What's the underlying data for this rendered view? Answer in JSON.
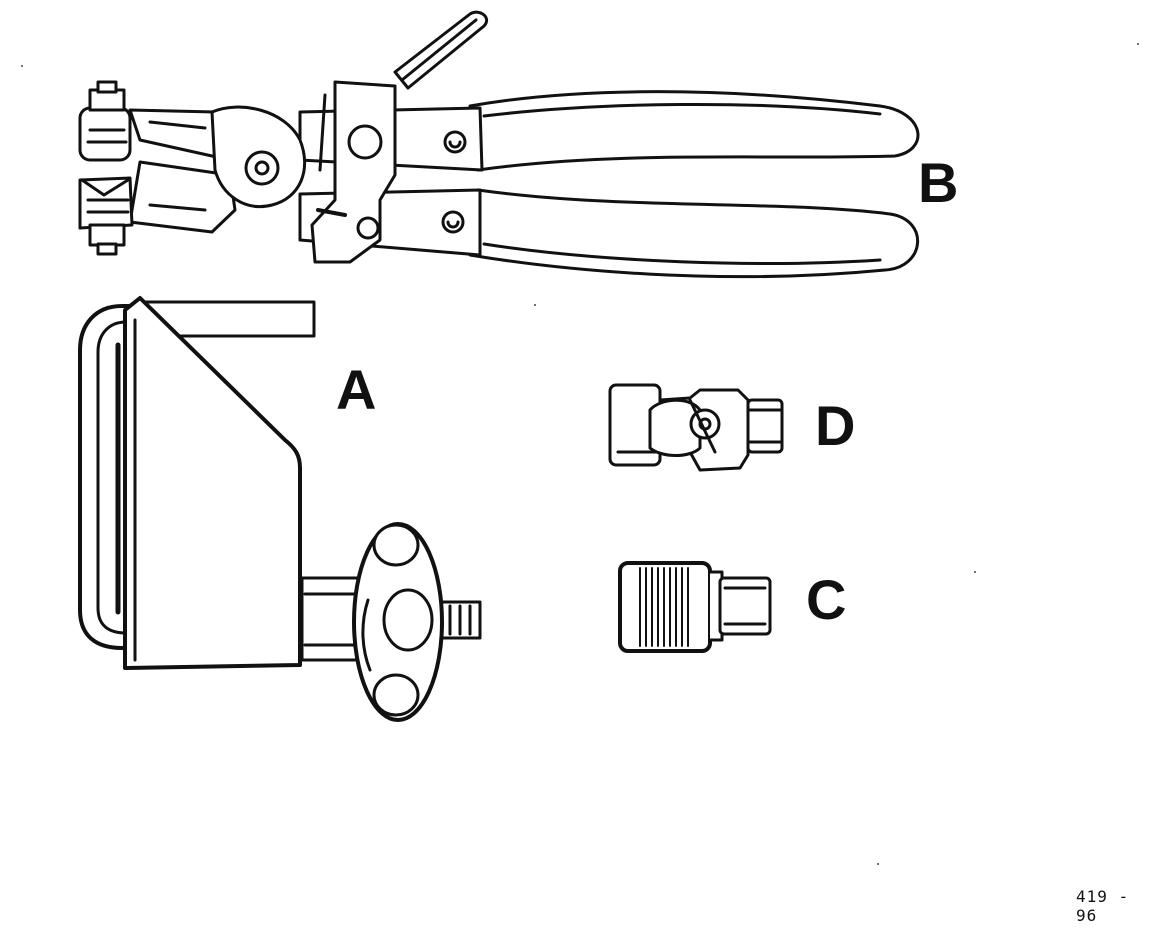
{
  "labels": {
    "a": "A",
    "b": "B",
    "c": "C",
    "d": "D"
  },
  "figure_ref": "419 - 96",
  "colors": {
    "ink": "#111111",
    "paper": "#ffffff"
  }
}
